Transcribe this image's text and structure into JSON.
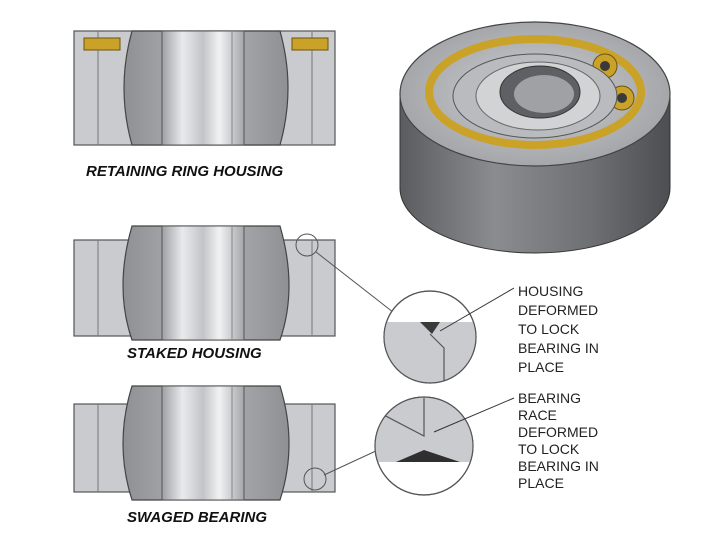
{
  "captions": {
    "retaining_ring": "RETAINING RING HOUSING",
    "staked": "STAKED HOUSING",
    "swaged": "SWAGED BEARING"
  },
  "callouts": {
    "housing_deformed": [
      "HOUSING",
      "DEFORMED",
      "TO LOCK",
      "BEARING IN",
      "PLACE"
    ],
    "race_deformed": [
      "BEARING",
      "RACE",
      "DEFORMED",
      "TO LOCK",
      "BEARING IN",
      "PLACE"
    ]
  },
  "colors": {
    "housing": "#c9cbce",
    "ball": "#9a9ca0",
    "bore": "#e4e5e7",
    "brass_ring": "#c9a227",
    "outline": "#555555"
  }
}
